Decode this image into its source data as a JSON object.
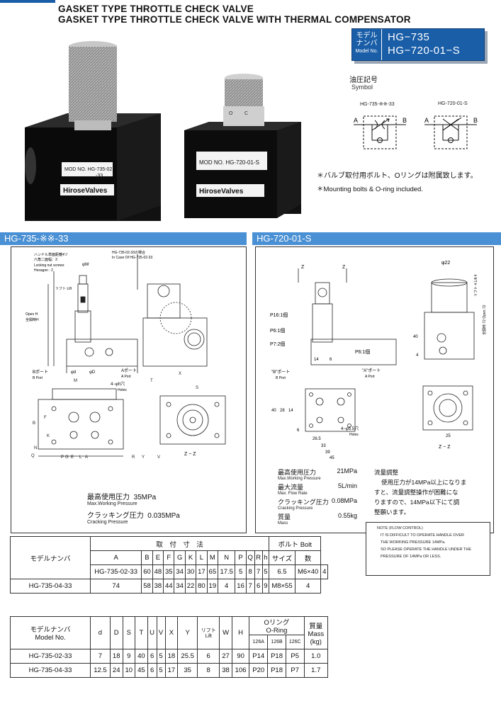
{
  "header": {
    "title1": "GASKET TYPE THROTTLE CHECK VALVE",
    "title2": "GASKET TYPE THROTTLE CHECK VALVE WITH THERMAL COMPENSATOR"
  },
  "model_box": {
    "label_jp1": "モデル",
    "label_jp2": "ナンバ",
    "label_en": "Model No.",
    "model1": "HG−735",
    "model2": "HG−720-01−S"
  },
  "symbol": {
    "title_jp": "油圧記号",
    "title_en": "Symbol",
    "sym1_label": "HG-735-※※-33",
    "sym2_label": "HG-720-01-S",
    "port_a": "A",
    "port_b": "B"
  },
  "notes": {
    "jp": "＊バルブ取付用ボルト、Oリングは附属致します。",
    "en": "＊Mounting bolts & O-ring included."
  },
  "photos": {
    "left_plate_model": "MOD NO. HG-735-02",
    "left_plate_suffix": "-33",
    "left_brand": "HiroseValves",
    "right_plate_model": "MOD NO. HG-720-01-S",
    "right_brand": "HiroseValves"
  },
  "sections": {
    "left": "HG-735-※※-33",
    "right": "HG-720-01-S"
  },
  "left_drawing": {
    "callout1": "ハンドル単面距離4ツ",
    "callout2": "六角二面幅：3",
    "callout3": "Locking nut screws",
    "callout4": "Hexagon : 2",
    "callout5": "HG-735-02-33の場合",
    "callout6": "In Case Of HG-735-02-33",
    "phi_w": "φW",
    "lift": "リフト Lift",
    "open_h": "Open H",
    "full_open": "全開時H",
    "b_port_jp": "Bポート",
    "b_port_en": "B Port",
    "a_port_jp": "Aポート",
    "a_port_en": "A Port",
    "phi_d": "φd",
    "phi_D": "φD",
    "holes_jp": "4−φh穴",
    "holes_en": "Holes",
    "zz": "Z − Z",
    "dim_letters": [
      "B",
      "F",
      "K",
      "N",
      "Q",
      "G",
      "P",
      "E",
      "L",
      "A",
      "R",
      "Y",
      "T",
      "V",
      "S",
      "X",
      "M"
    ]
  },
  "left_specs": {
    "max_pressure_jp": "最高使用圧力",
    "max_pressure_val": "35MPa",
    "max_pressure_en": "Max.Working Pressure",
    "cracking_jp": "クラッキング圧力",
    "cracking_val": "0.035MPa",
    "cracking_en": "Cracking Pressure"
  },
  "right_drawing": {
    "phi22": "φ22",
    "lift4": "リフト 4 Lift 4",
    "open72": "全開時 72 Open 72",
    "n40": "40",
    "n4": "4",
    "p16": "P16:1個",
    "p6": "P6:1個",
    "p7": "P7:2個",
    "p6b": "P6:1個",
    "b_port_jp": "\"B\"ポート",
    "b_port_en": "B Port",
    "a_port_jp": "\"A\"ポート",
    "a_port_en": "A Port",
    "d14": "14",
    "d6": "6",
    "d40": "40",
    "d28": "28",
    "d14b": "14",
    "holes": "4−φ5.5穴",
    "holes_en": "Holes",
    "d6b": "6",
    "d26_5": "26.5",
    "d33": "33",
    "d39": "39",
    "d45": "45",
    "d25": "25",
    "zz": "Z − Z",
    "z1": "Z",
    "z2": "Z"
  },
  "right_specs": {
    "max_pressure_jp": "最高使用圧力",
    "max_pressure_val": "21MPa",
    "max_pressure_en": "Max.Working Pressure",
    "max_flow_jp": "最大流量",
    "max_flow_val": "5L/min",
    "max_flow_en": "Max. Flow Rate",
    "cracking_jp": "クラッキング圧力",
    "cracking_val": "0.08MPa",
    "cracking_en": "Cracking Pressure",
    "mass_jp": "質量",
    "mass_val": "0.55kg",
    "mass_en": "Mass",
    "flow_title": "流量調整",
    "flow_text1": "使用圧力が14MPa以上になりま",
    "flow_text2": "すと、流量調整操作が困難にな",
    "flow_text3": "りますので、14MPa以下にて調",
    "flow_text4": "整願います。",
    "note_title": "NOTE (FLOW CONTROL)",
    "note1": "IT IS DIFFICULT TO OPERATE HANDLE OVER",
    "note2": "THE WORKING PRESSURE 14MPa.",
    "note3": "SO PLEASE OPERATE THE HANDLE UNDER THE",
    "note4": "PRESSURE OF 14MPa OR LESS."
  },
  "table1": {
    "model_jp": "モデルナンバ",
    "model_en": "Model No.",
    "group_jp": "取　付　寸　法",
    "bolt_jp": "ボルト",
    "bolt_en": "Bolt",
    "size_jp": "サイズ",
    "count_jp": "数",
    "cols": [
      "A",
      "B",
      "E",
      "F",
      "G",
      "K",
      "L",
      "M",
      "N",
      "P",
      "Q",
      "R",
      "h"
    ],
    "rows": [
      {
        "model": "HG-735-02-33",
        "vals": [
          "60",
          "48",
          "35",
          "34",
          "30",
          "17",
          "65",
          "17.5",
          "5",
          "8",
          "7",
          "5",
          "6.5"
        ],
        "size": "M6×40",
        "count": "4"
      },
      {
        "model": "HG-735-04-33",
        "vals": [
          "74",
          "58",
          "38",
          "44",
          "34",
          "22",
          "80",
          "19",
          "4",
          "16",
          "7",
          "6",
          "9"
        ],
        "size": "M8×55",
        "count": "4"
      }
    ]
  },
  "table2": {
    "model_jp": "モデルナンバ",
    "model_en": "Model No.",
    "lift_jp": "リフト",
    "lift_en": "Lift",
    "oring_jp": "Oリング",
    "oring_en": "O-Ring",
    "mass_jp": "質量",
    "mass_en": "Mass",
    "mass_unit": "(kg)",
    "cols": [
      "d",
      "D",
      "S",
      "T",
      "U",
      "V",
      "X",
      "Y"
    ],
    "cols2": [
      "W",
      "H"
    ],
    "oring_cols": [
      "126A",
      "126B",
      "126C"
    ],
    "rows": [
      {
        "model": "HG-735-02-33",
        "vals": [
          "7",
          "18",
          "9",
          "40",
          "6",
          "5",
          "18",
          "25.5"
        ],
        "lift": "6",
        "w": "27",
        "h": "90",
        "o": [
          "P14",
          "P18",
          "P5"
        ],
        "mass": "1.0"
      },
      {
        "model": "HG-735-04-33",
        "vals": [
          "12.5",
          "24",
          "10",
          "45",
          "6",
          "5",
          "17",
          "35"
        ],
        "lift": "8",
        "w": "38",
        "h": "106",
        "o": [
          "P20",
          "P18",
          "P7"
        ],
        "mass": "1.7"
      }
    ]
  }
}
